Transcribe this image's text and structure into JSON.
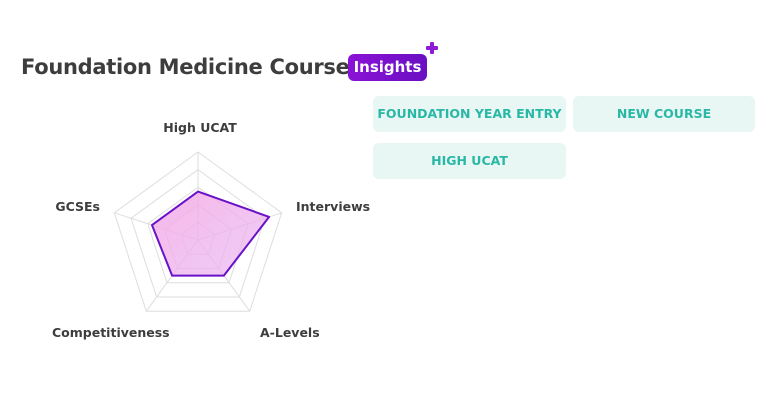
{
  "header": {
    "title": "Foundation Medicine Course",
    "badge_label": "Insights",
    "badge_icon": "plus-icon",
    "accent_color": "#7b10cc"
  },
  "tags": [
    {
      "label": "FOUNDATION YEAR ENTRY"
    },
    {
      "label": "NEW COURSE"
    },
    {
      "label": "HIGH UCAT"
    }
  ],
  "tag_colors": {
    "background": "#e8f6f4",
    "text": "#2ab8a6"
  },
  "radar": {
    "axes": [
      {
        "label": "High UCAT",
        "value": 0.55
      },
      {
        "label": "Interviews",
        "value": 0.85
      },
      {
        "label": "A-Levels",
        "value": 0.5
      },
      {
        "label": "Competitiveness",
        "value": 0.5
      },
      {
        "label": "GCSEs",
        "value": 0.55
      }
    ],
    "scale_max": 1,
    "grid_levels": 5,
    "fill_color": "#f4a6e6",
    "stroke_color": "#6a12c8"
  }
}
